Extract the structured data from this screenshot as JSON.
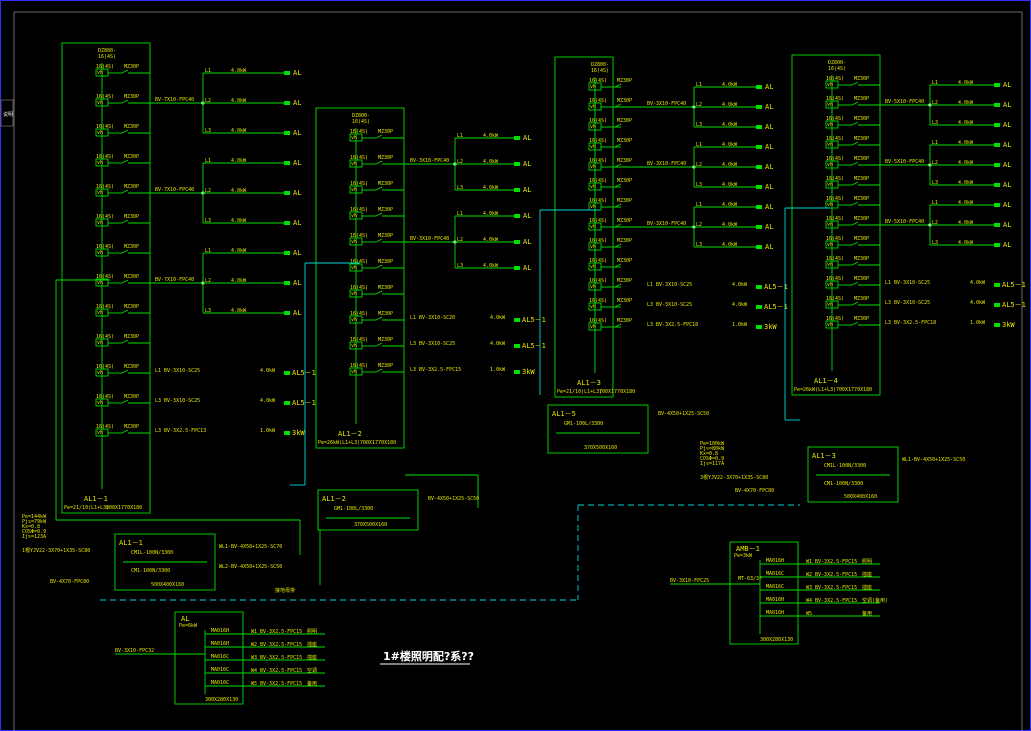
{
  "title": "1#楼照明配?系??",
  "colors": {
    "background": "#000000",
    "line": "#00e000",
    "secondary_line": "#00d8d8",
    "text": "#e6e600",
    "frame": "#3a3aff"
  },
  "panels": [
    {
      "id": "AL1-1",
      "label": "AL1－1",
      "rating": "Pe=21/10(L1+L3)",
      "model": "800X1770X180",
      "header": [
        "DZ800-",
        "16(4S)"
      ],
      "rows": 13,
      "cable": "BV-7X10-FPC40",
      "phase_rows": [
        "L1",
        "L2",
        "L3"
      ],
      "load": "4.0kW",
      "suffix": "AL",
      "spare": [
        {
          "text": "L1  BV-3X10-SC25",
          "kw": "4.0kW",
          "dest": "AL5－1"
        },
        {
          "text": "L3  BV-3X10-SC25",
          "kw": "4.0kW",
          "dest": "AL5－1"
        },
        {
          "text": "L3  BV-3X2.5-FPC13",
          "kw": "1.0kW",
          "dest": "3kW"
        }
      ]
    },
    {
      "id": "AL1-2",
      "label": "AL1－2",
      "rating": "Pe=26kW(L1+L3)",
      "model": "700X1770X180",
      "header": [
        "DZ800-",
        "16(4S)"
      ],
      "rows": 10,
      "cable": "BV-3X10-FPC40",
      "phase_rows": [
        "L1",
        "L2",
        "L3"
      ],
      "load": "4.0kW",
      "suffix": "AL",
      "spare": [
        {
          "text": "L1  BV-3X10-SC20",
          "kw": "4.0kW",
          "dest": "AL5－1"
        },
        {
          "text": "L3  BV-3X10-SC25",
          "kw": "4.0kW",
          "dest": "AL5－1"
        },
        {
          "text": "L3  BV-3X2.5-FPC15",
          "kw": "1.0kW",
          "dest": "3kW"
        }
      ]
    },
    {
      "id": "AL1-3",
      "label": "AL1－3",
      "rating": "Pe=21/10(L1+L3)",
      "model": "700X1770X180",
      "header": [
        "DZ800-",
        "16(4S)"
      ],
      "rows": 13,
      "cable": "BV-3X10-FPC40",
      "phase_rows": [
        "L1",
        "L2",
        "L3"
      ],
      "load": "4.0kW",
      "suffix": "AL",
      "spare": [
        {
          "text": "L1  BV-3X10-SC25",
          "kw": "4.0kW",
          "dest": "AL5－1"
        },
        {
          "text": "L3  BV-3X10-SC25",
          "kw": "4.0kW",
          "dest": "AL5－1"
        },
        {
          "text": "L3  BV-3X2.5-FPC18",
          "kw": "1.0kW",
          "dest": "3kW"
        }
      ]
    },
    {
      "id": "AL1-4",
      "label": "AL1－4",
      "rating": "Pe=26kW(L1+L3)",
      "model": "700X1770X180",
      "header": [
        "DZ800-",
        "16(4S)"
      ],
      "rows": 13,
      "cable": "BV-5X10-FPC40",
      "phase_rows": [
        "L1",
        "L2",
        "L3"
      ],
      "load": "4.0kW",
      "suffix": "AL",
      "spare": [
        {
          "text": "L1  BV-3X10-SC25",
          "kw": "4.0kW",
          "dest": "AL5－1"
        },
        {
          "text": "L3  BV-3X10-SC25",
          "kw": "4.0kW",
          "dest": "AL5－1"
        },
        {
          "text": "L3  BV-3X2.5-FPC18",
          "kw": "1.0kW",
          "dest": "3kW"
        }
      ]
    }
  ],
  "breaker_label": "MZ30P",
  "mcb_label": "16(4S)",
  "aux_boxes": [
    {
      "id": "AL1-5",
      "label": "AL1－5",
      "breaker": "GM1-100L/3300",
      "model": "370X500X160",
      "cable": "BV-4X50+1X25-SC50"
    },
    {
      "id": "AL1-1main",
      "label": "AL1－1",
      "breaker": "CM1L-100N/3300",
      "breaker2": "CM1-100N/3300",
      "model": "500X400X160",
      "feed": "WL1-BV-4X50+1X25-SC70",
      "feed2": "WL2-BV-4X50+1X25-SC50"
    },
    {
      "id": "AL1-2",
      "label": "AL1－2",
      "breaker": "GM1-100L/3300",
      "model": "370X500X160",
      "cable": "BV-4X50+1X25-SC50"
    },
    {
      "id": "AL1-3",
      "label": "AL1－3",
      "breaker": "CM1L-100N/3300",
      "breaker2": "CM1-100N/3300",
      "model": "500X400X160",
      "feed": "WL1-BV-4X50+1X25-SC50"
    }
  ],
  "load_calc": [
    {
      "id": "calc1",
      "lines": [
        "Pe=144kW",
        "Pjs=79kW",
        "Kx=0.8",
        "COSΦ=0.9",
        "Ijs=123A"
      ],
      "cable": "1根YJV22-3X70+1X35-SC80"
    },
    {
      "id": "calc2",
      "lines": [
        "Pe=100kW",
        "Pjs=80kW",
        "Kx=0.8",
        "COSΦ=0.9",
        "Ijs=117A"
      ],
      "cable": "3根YJV22-3X70+1X35-SC80"
    }
  ],
  "incoming": [
    {
      "text": "BV-4X70-FPC80"
    },
    {
      "text": "BV-4X70-FPC80"
    },
    {
      "text": "接地母排"
    }
  ],
  "small_panels": [
    {
      "id": "AL",
      "label": "AL",
      "rating": "Pe=6kW",
      "cable": "BV-3X10-FPC32",
      "model": "300X280X130",
      "items": [
        {
          "br": "MA016H",
          "line": "W1  BV-3X2.5-FPC15",
          "dest": "照明"
        },
        {
          "br": "MA016H",
          "line": "W2  BV-3X2.5-FPC15",
          "dest": "插座"
        },
        {
          "br": "MA016C",
          "line": "W3  BV-3X2.5-FPC15",
          "dest": "插座"
        },
        {
          "br": "MA016C",
          "line": "W4  BV-3X2.5-FPC15",
          "dest": "空调"
        },
        {
          "br": "MA016C",
          "line": "W5  BV-3X2.5-FPC15",
          "dest": "备用"
        }
      ]
    },
    {
      "id": "AMB-1",
      "label": "AMB－1",
      "rating": "Pe=3kW",
      "cable": "BV-3X10-FPC25",
      "main": "MT-63/3P",
      "model": "300X280X130",
      "items": [
        {
          "br": "MA016H",
          "line": "W1  BV-3X2.5-FPC15",
          "dest": "照明"
        },
        {
          "br": "MA016C",
          "line": "W2  BV-3X2.5-FPC15",
          "dest": "插座"
        },
        {
          "br": "MA016C",
          "line": "W3  BV-3X2.5-FPC15",
          "dest": "插座"
        },
        {
          "br": "MA016H",
          "line": "W4  BV-3X2.5-FPC15",
          "dest": "空调(备用)"
        },
        {
          "br": "MA016H",
          "line": "W5",
          "dest": "备用"
        }
      ]
    }
  ],
  "side_tab": "说明"
}
